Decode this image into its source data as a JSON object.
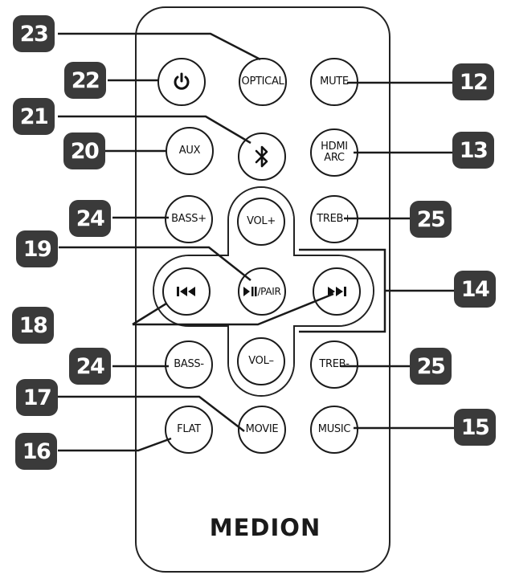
{
  "diagram": {
    "brand": "MEDION",
    "buttons": {
      "power": {
        "icon": "power-icon"
      },
      "optical": {
        "label": "OPTICAL"
      },
      "mute": {
        "label": "MUTE"
      },
      "aux": {
        "label": "AUX"
      },
      "bluetooth": {
        "icon": "bluetooth-icon"
      },
      "hdmi_arc": {
        "label": "HDMI\nARC"
      },
      "bass_plus": {
        "label": "BASS+"
      },
      "vol_plus": {
        "label": "VOL+"
      },
      "treb_plus": {
        "label": "TREB+"
      },
      "prev": {
        "icon": "skip-back-icon"
      },
      "play_pair": {
        "label": "/PAIR",
        "icon": "play-pause-icon"
      },
      "next": {
        "icon": "skip-forward-icon"
      },
      "bass_minus": {
        "label": "BASS-"
      },
      "vol_minus": {
        "label": "VOL–"
      },
      "treb_minus": {
        "label": "TREB-"
      },
      "flat": {
        "label": "FLAT"
      },
      "movie": {
        "label": "MOVIE"
      },
      "music": {
        "label": "MUSIC"
      }
    },
    "callouts": [
      {
        "id": "c23",
        "number": "23"
      },
      {
        "id": "c22",
        "number": "22"
      },
      {
        "id": "c12",
        "number": "12"
      },
      {
        "id": "c21",
        "number": "21"
      },
      {
        "id": "c20",
        "number": "20"
      },
      {
        "id": "c13",
        "number": "13"
      },
      {
        "id": "c24a",
        "number": "24"
      },
      {
        "id": "c25a",
        "number": "25"
      },
      {
        "id": "c19",
        "number": "19"
      },
      {
        "id": "c14",
        "number": "14"
      },
      {
        "id": "c18",
        "number": "18"
      },
      {
        "id": "c24b",
        "number": "24"
      },
      {
        "id": "c25b",
        "number": "25"
      },
      {
        "id": "c17",
        "number": "17"
      },
      {
        "id": "c15",
        "number": "15"
      },
      {
        "id": "c16",
        "number": "16"
      }
    ]
  }
}
